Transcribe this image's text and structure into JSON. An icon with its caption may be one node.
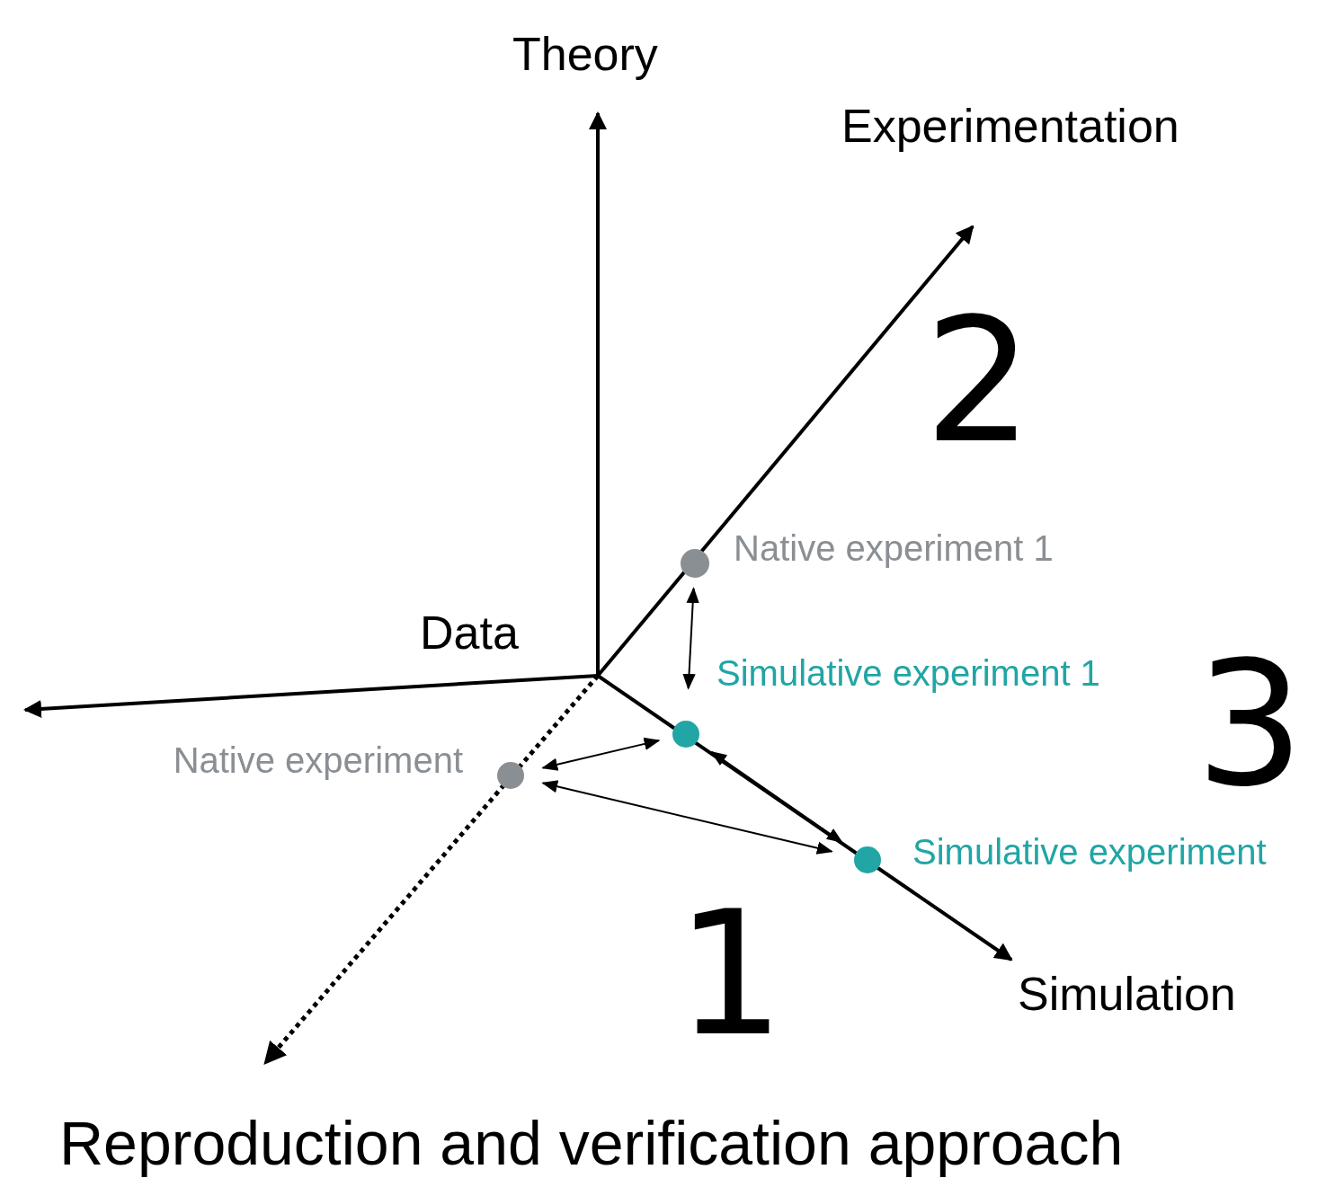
{
  "diagram": {
    "caption": "Reproduction and verification approach",
    "nodes": [
      {
        "text": [],
        "shape": "circle",
        "beside": [
          "Native experiment 1"
        ]
      },
      {
        "text": [],
        "shape": "circle",
        "beside": [
          "Simulative experiment 1"
        ]
      },
      {
        "text": [],
        "shape": "circle",
        "beside": [
          "Native experiment"
        ]
      },
      {
        "text": [],
        "shape": "circle",
        "beside": [
          "Simulative experiment"
        ]
      }
    ],
    "edges": [
      {
        "from": 0,
        "to": 1,
        "arrow": "both"
      },
      {
        "from": 2,
        "to": 1,
        "arrow": "both"
      },
      {
        "from": 2,
        "to": 3,
        "arrow": "both"
      },
      {
        "from": 1,
        "to": 3,
        "arrow": "both"
      }
    ],
    "labels": [
      "Theory",
      "Experimentation",
      "2",
      "Data",
      "3",
      "1",
      "Simulation"
    ]
  }
}
